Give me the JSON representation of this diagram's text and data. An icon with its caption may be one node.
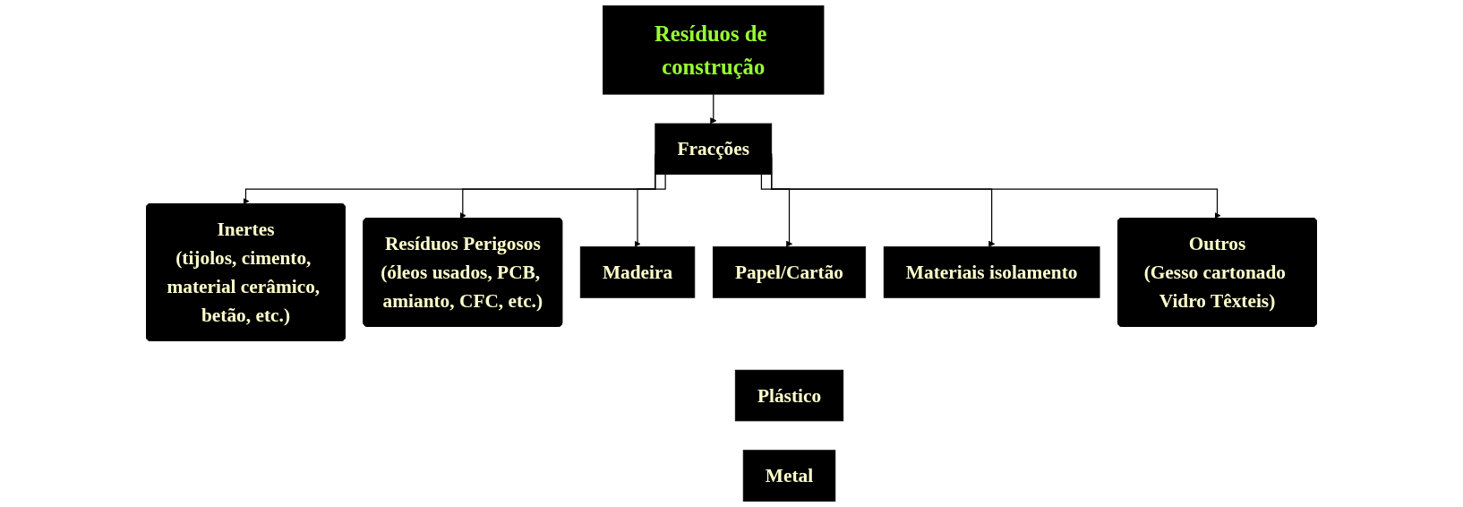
{
  "diagram": {
    "nodes": [
      {
        "text": [
          "Resíduos de construção"
        ]
      },
      {
        "text": [
          "Fracções"
        ]
      },
      {
        "text": [
          "Inertes",
          "(tijolos, cimento, material cerâmico, betão, etc.)"
        ]
      },
      {
        "text": [
          "Resíduos Perigosos",
          "(óleos usados, PCB, amianto, CFC, etc.)"
        ]
      },
      {
        "text": [
          "Madeira"
        ]
      },
      {
        "text": [
          "Papel/Cartão"
        ]
      },
      {
        "text": [
          "Plástico"
        ]
      },
      {
        "text": [
          "Metal"
        ]
      },
      {
        "text": [
          "Materiais isolamento"
        ]
      },
      {
        "text": [
          "Outros",
          "(Gesso cartonado Vidro Têxteis)"
        ]
      }
    ],
    "edges": [
      {
        "from": 0,
        "to": 1,
        "arrow": "to"
      },
      {
        "from": 1,
        "to": 2,
        "arrow": "to"
      },
      {
        "from": 1,
        "to": 3,
        "arrow": "to"
      },
      {
        "from": 1,
        "to": 4,
        "arrow": "to"
      },
      {
        "from": 1,
        "to": 5,
        "arrow": "to"
      },
      {
        "from": 1,
        "to": 8,
        "arrow": "to"
      },
      {
        "from": 1,
        "to": 9,
        "arrow": "to"
      }
    ]
  }
}
